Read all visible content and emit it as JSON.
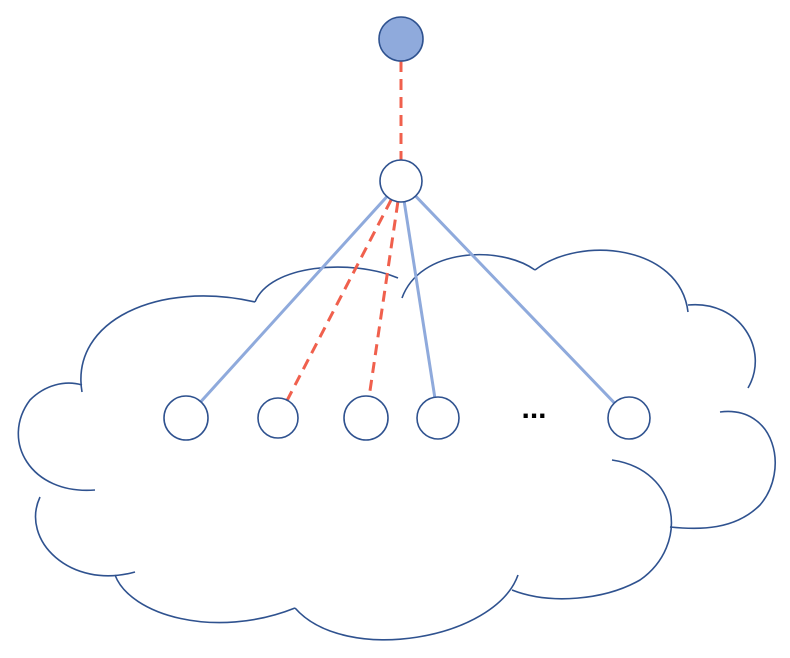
{
  "diagram": {
    "ellipsis_label": "...",
    "colors": {
      "outline": "#2f528f",
      "root_fill": "#8faadc",
      "solid_edge": "#8faadc",
      "dashed_edge": "#f0604d",
      "node_fill": "#ffffff"
    },
    "nodes": [
      {
        "id": "root",
        "kind": "filled"
      },
      {
        "id": "hub",
        "kind": "hollow"
      },
      {
        "id": "leaf-1",
        "kind": "hollow"
      },
      {
        "id": "leaf-2",
        "kind": "hollow"
      },
      {
        "id": "leaf-3",
        "kind": "hollow"
      },
      {
        "id": "leaf-4",
        "kind": "hollow"
      },
      {
        "id": "leaf-5",
        "kind": "hollow"
      }
    ],
    "edges": [
      {
        "from": "root",
        "to": "hub",
        "style": "dashed"
      },
      {
        "from": "hub",
        "to": "leaf-1",
        "style": "solid"
      },
      {
        "from": "hub",
        "to": "leaf-2",
        "style": "dashed"
      },
      {
        "from": "hub",
        "to": "leaf-3",
        "style": "dashed"
      },
      {
        "from": "hub",
        "to": "leaf-4",
        "style": "solid"
      },
      {
        "from": "hub",
        "to": "leaf-5",
        "style": "solid"
      }
    ]
  }
}
